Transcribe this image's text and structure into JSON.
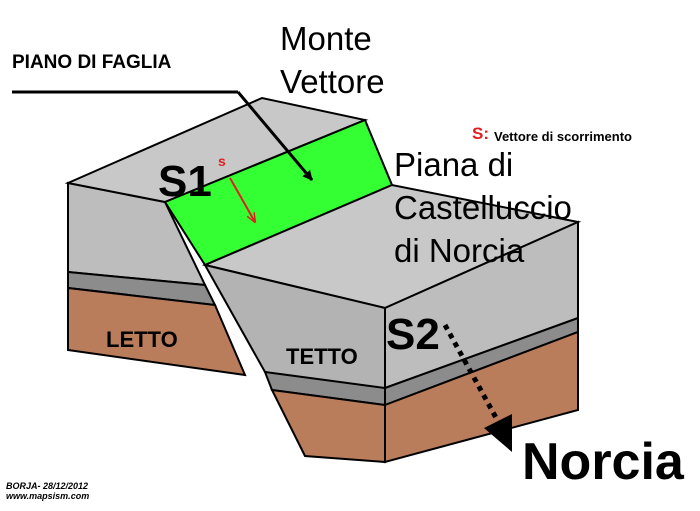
{
  "labels": {
    "plane": "PIANO DI FAGLIA",
    "mountain_line1": "Monte",
    "mountain_line2": "Vettore",
    "legend_key": "S:",
    "legend_text": "Vettore di scorrimento",
    "plain_line1": "Piana di",
    "plain_line2": "Castelluccio",
    "plain_line3": "di Norcia",
    "s1": "S1",
    "s1_sup": "s",
    "s2": "S2",
    "footwall": "LETTO",
    "hangingwall": "TETTO",
    "town": "Norcia",
    "credit_line1": "BORJA- 28/12/2012",
    "credit_line2": "www.mapsism.com"
  },
  "colors": {
    "rock_top": "#c8c8c8",
    "rock_front": "#bdbdbd",
    "rock_face": "#b3b3b3",
    "grey_band": "#8c8c8c",
    "soil": "#b97d5c",
    "fault_plane": "#33ff33",
    "outline": "#000000",
    "slip_vector": "#e02020",
    "legend_key": "#e02020"
  }
}
